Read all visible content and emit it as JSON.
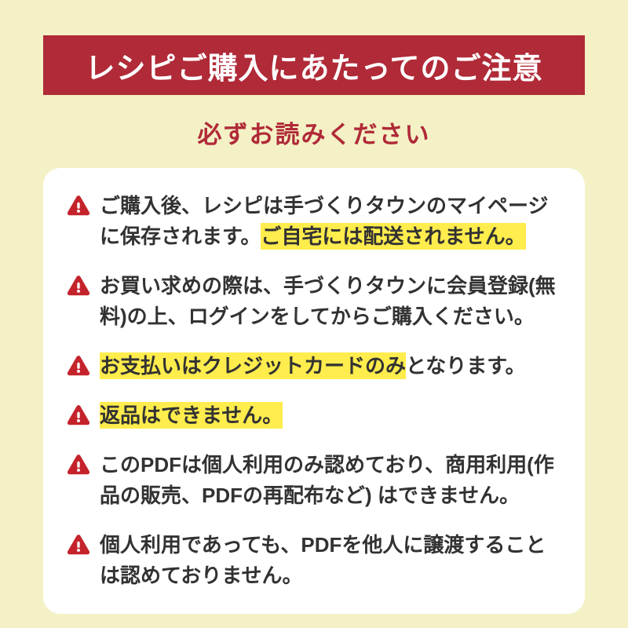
{
  "colors": {
    "page-bg": "#f4f1c6",
    "banner-bg": "#b02a38",
    "accent": "#b02a38",
    "highlight": "#ffec4d",
    "icon-red": "#c4232b",
    "card-bg": "#ffffff",
    "text": "#323232"
  },
  "banner": {
    "title": "レシピご購入にあたってのご注意"
  },
  "subtitle": {
    "text": "必ずお読みください"
  },
  "notice": {
    "icon": "warning-triangle-icon",
    "items": [
      {
        "segments": [
          {
            "text": "ご購入後、レシピは手づくりタウンのマイページに保存されます。",
            "highlight": false
          },
          {
            "text": "ご自宅には配送されません。",
            "highlight": true
          }
        ]
      },
      {
        "segments": [
          {
            "text": "お買い求めの際は、手づくりタウンに会員登録(無料)の上、ログインをしてからご購入ください。",
            "highlight": false
          }
        ]
      },
      {
        "segments": [
          {
            "text": "お支払いはクレジットカードのみ",
            "highlight": true
          },
          {
            "text": "となります。",
            "highlight": false
          }
        ]
      },
      {
        "segments": [
          {
            "text": "返品はできません。",
            "highlight": true
          }
        ]
      },
      {
        "segments": [
          {
            "text": "このPDFは個人利用のみ認めており、商用利用(作品の販売、PDFの再配布など) はできません。",
            "highlight": false
          }
        ]
      },
      {
        "segments": [
          {
            "text": "個人利用であっても、PDFを他人に譲渡することは認めておりません。",
            "highlight": false
          }
        ]
      }
    ]
  }
}
